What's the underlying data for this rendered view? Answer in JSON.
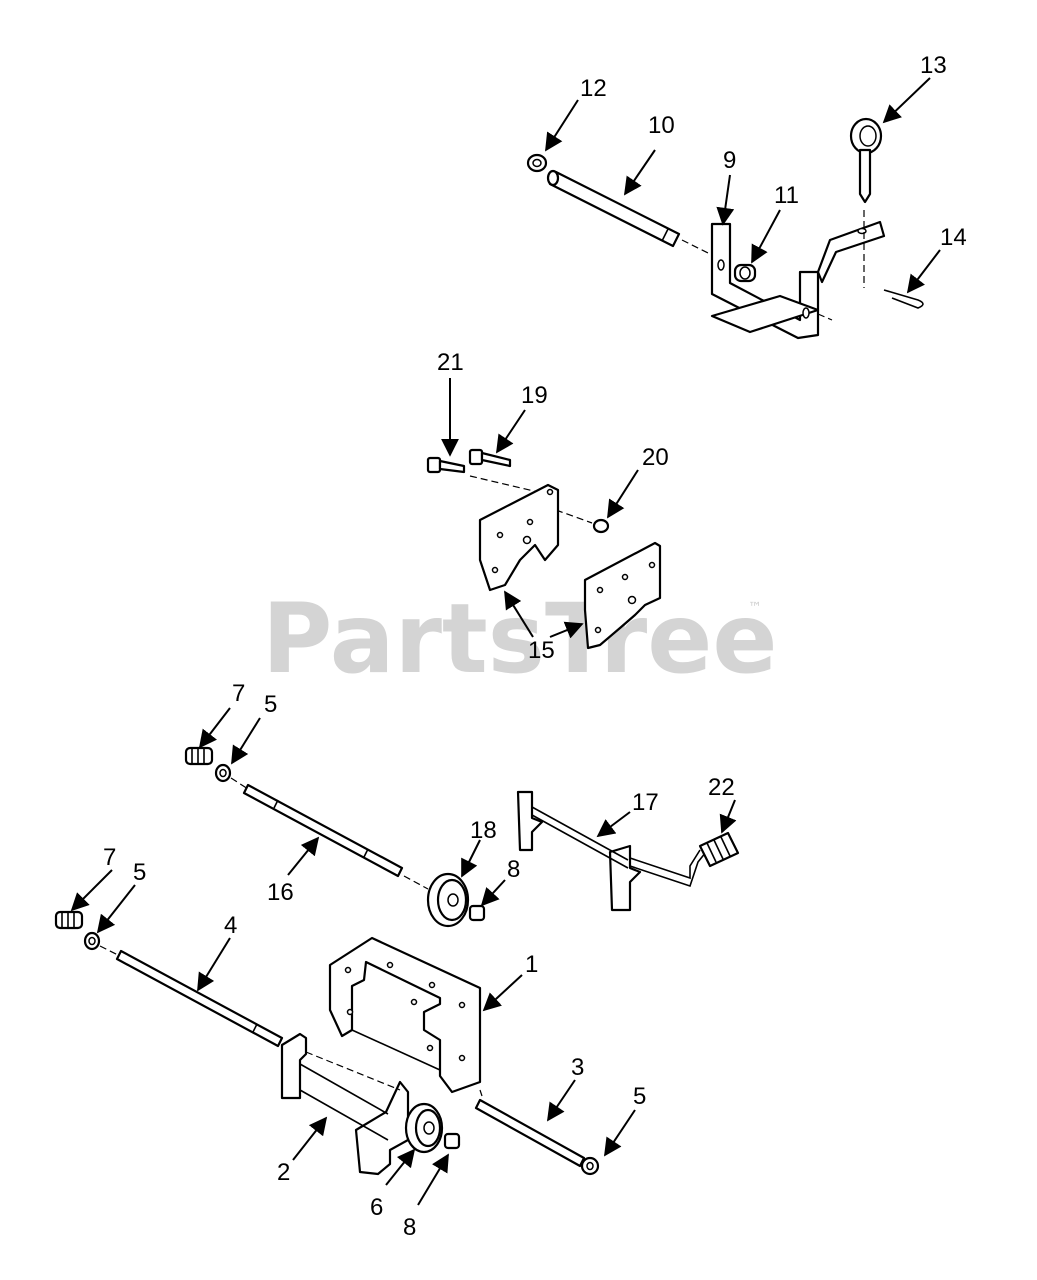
{
  "diagram": {
    "corner_text": "",
    "watermark": {
      "text": "PartsTree",
      "mark": "™"
    },
    "callouts": [
      {
        "id": "c12",
        "label": "12"
      },
      {
        "id": "c10",
        "label": "10"
      },
      {
        "id": "c9",
        "label": "9"
      },
      {
        "id": "c11",
        "label": "11"
      },
      {
        "id": "c13",
        "label": "13"
      },
      {
        "id": "c14",
        "label": "14"
      },
      {
        "id": "c21",
        "label": "21"
      },
      {
        "id": "c19",
        "label": "19"
      },
      {
        "id": "c20",
        "label": "20"
      },
      {
        "id": "c15",
        "label": "15"
      },
      {
        "id": "c7a",
        "label": "7"
      },
      {
        "id": "c5a",
        "label": "5"
      },
      {
        "id": "c17",
        "label": "17"
      },
      {
        "id": "c22",
        "label": "22"
      },
      {
        "id": "c18",
        "label": "18"
      },
      {
        "id": "c8a",
        "label": "8"
      },
      {
        "id": "c16",
        "label": "16"
      },
      {
        "id": "c7b",
        "label": "7"
      },
      {
        "id": "c5b",
        "label": "5"
      },
      {
        "id": "c4",
        "label": "4"
      },
      {
        "id": "c1",
        "label": "1"
      },
      {
        "id": "c3",
        "label": "3"
      },
      {
        "id": "c5c",
        "label": "5"
      },
      {
        "id": "c2",
        "label": "2"
      },
      {
        "id": "c6",
        "label": "6"
      },
      {
        "id": "c8b",
        "label": "8"
      }
    ]
  }
}
